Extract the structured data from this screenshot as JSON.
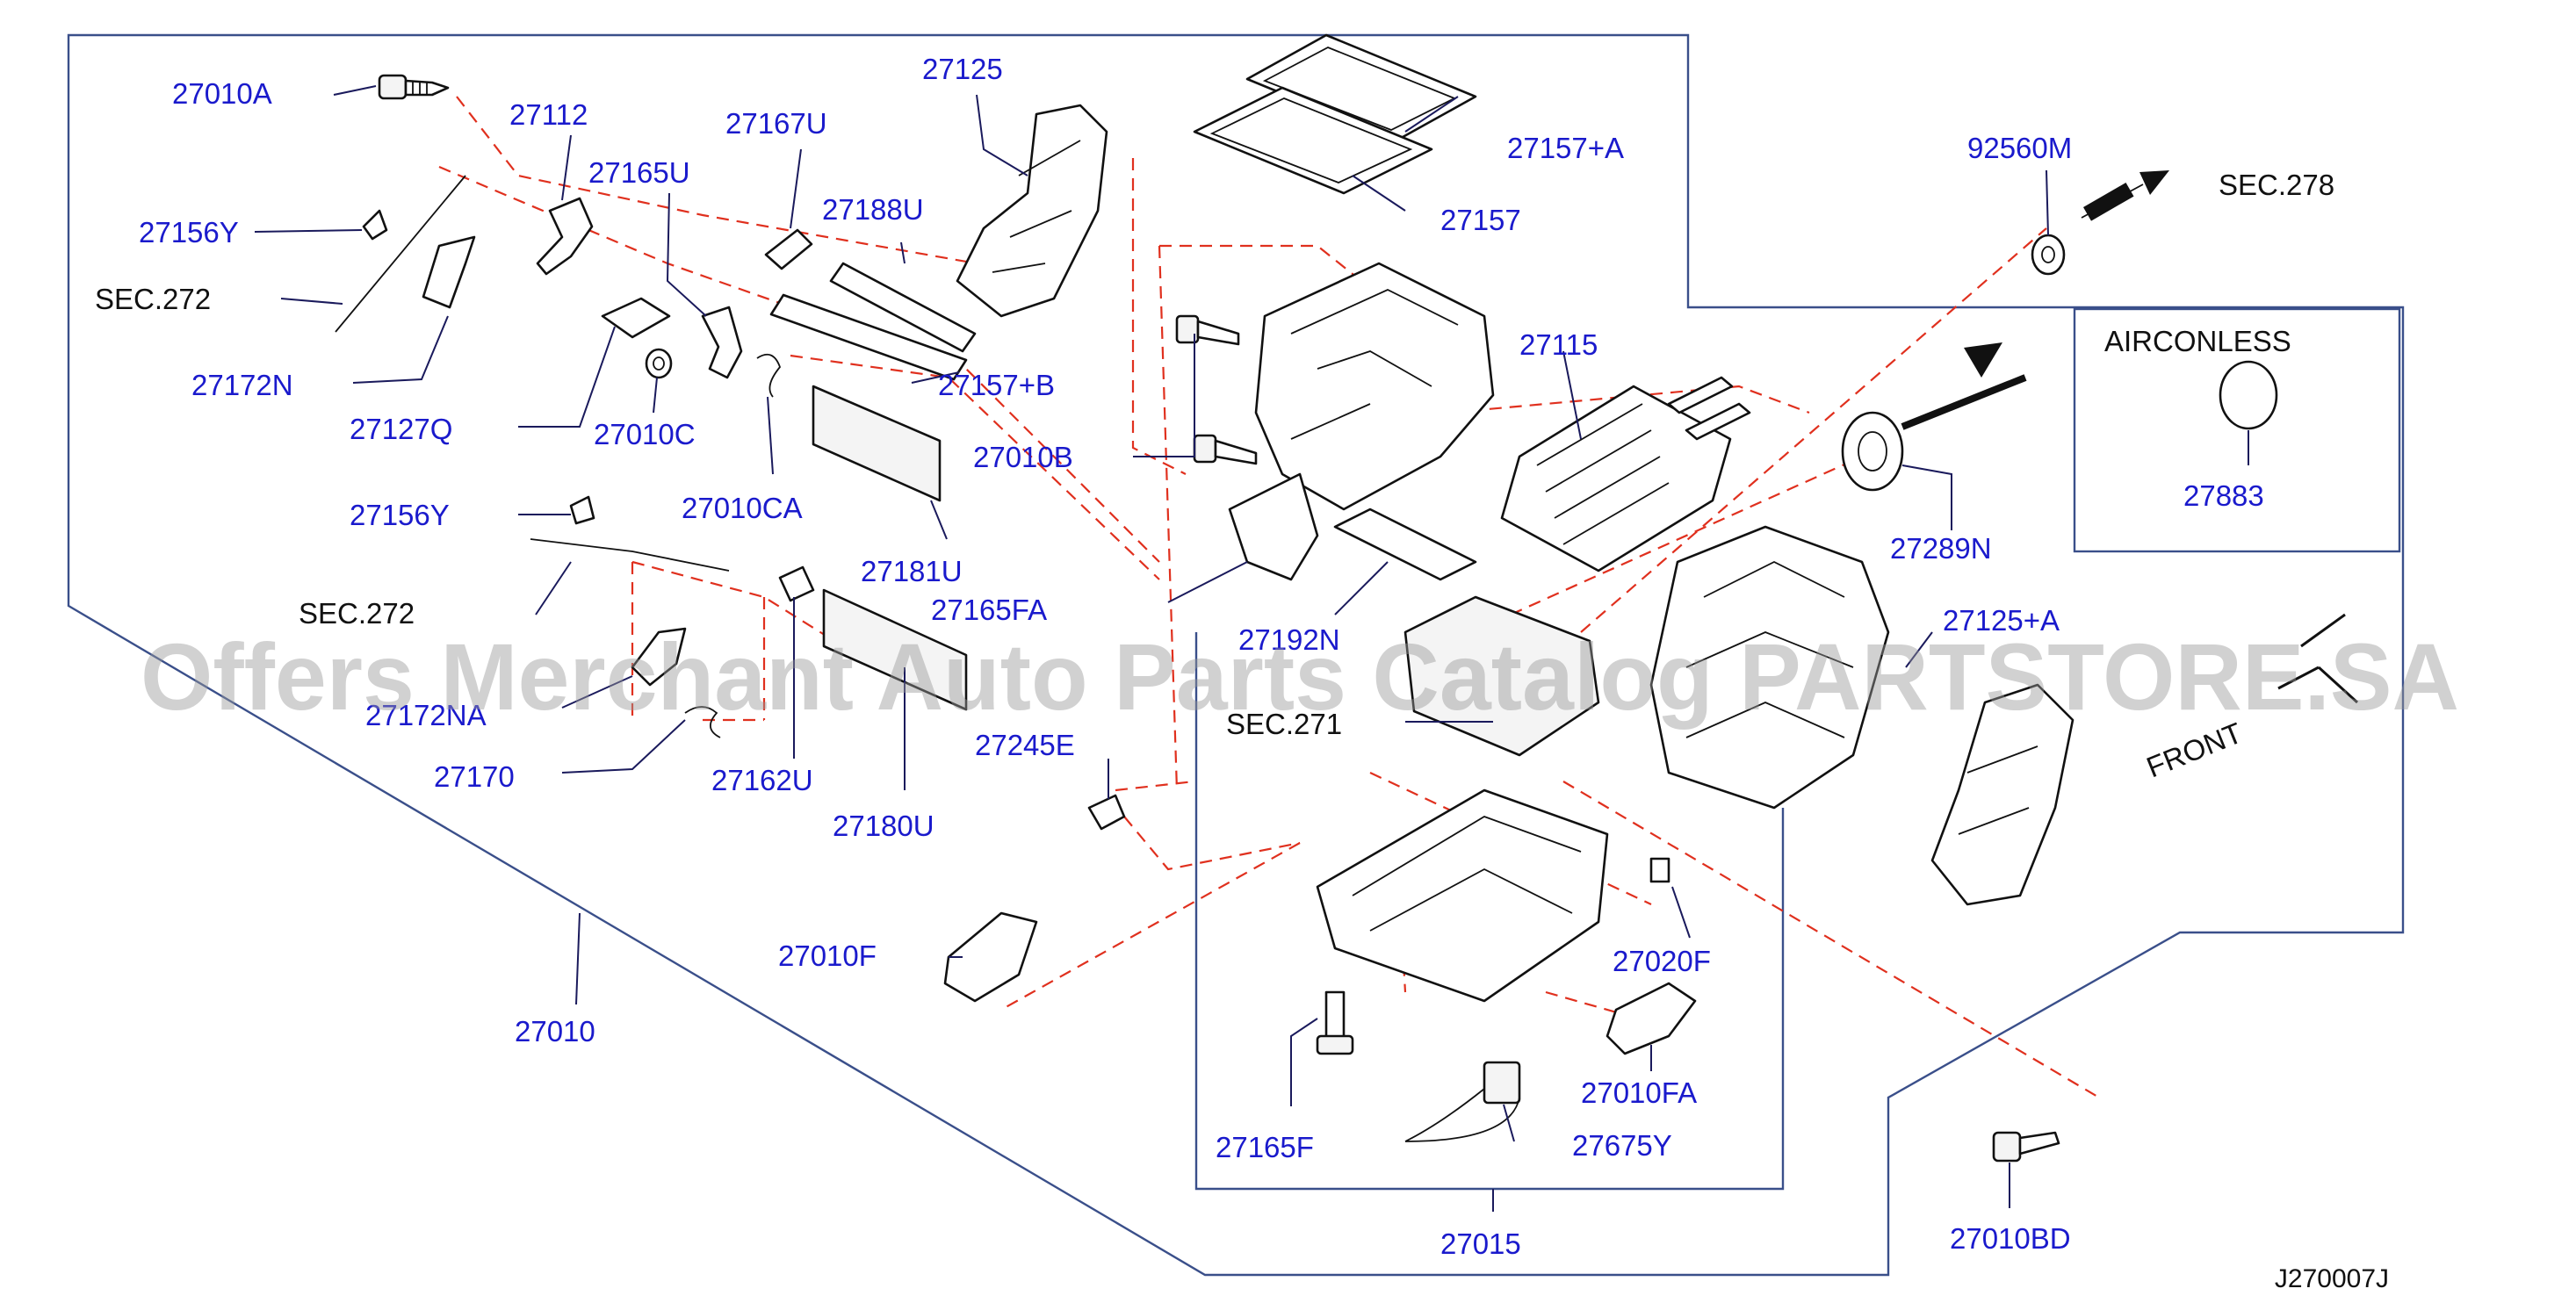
{
  "diagram_code": "J270007J",
  "watermark": "Offers Merchant Auto Parts Catalog PARTSTORE.SA",
  "inset_title": "AIRCONLESS",
  "front_label": "FRONT",
  "callouts": [
    {
      "id": "c1",
      "text": "27010A"
    },
    {
      "id": "c2",
      "text": "27112"
    },
    {
      "id": "c3",
      "text": "27167U"
    },
    {
      "id": "c4",
      "text": "27125"
    },
    {
      "id": "c5",
      "text": "27165U"
    },
    {
      "id": "c6",
      "text": "27188U"
    },
    {
      "id": "c7",
      "text": "27156Y"
    },
    {
      "id": "c8",
      "text": "27172N"
    },
    {
      "id": "c9",
      "text": "27127Q"
    },
    {
      "id": "c10",
      "text": "27010C"
    },
    {
      "id": "c11",
      "text": "27010CA"
    },
    {
      "id": "c12",
      "text": "27157+B"
    },
    {
      "id": "c13",
      "text": "27010B"
    },
    {
      "id": "c14",
      "text": "27181U"
    },
    {
      "id": "c15",
      "text": "27156Y"
    },
    {
      "id": "c16",
      "text": "27165FA"
    },
    {
      "id": "c17",
      "text": "27172NA"
    },
    {
      "id": "c18",
      "text": "27170"
    },
    {
      "id": "c19",
      "text": "27162U"
    },
    {
      "id": "c20",
      "text": "27180U"
    },
    {
      "id": "c21",
      "text": "27245E"
    },
    {
      "id": "c22",
      "text": "27010F"
    },
    {
      "id": "c23",
      "text": "27010"
    },
    {
      "id": "c24",
      "text": "27157+A"
    },
    {
      "id": "c25",
      "text": "27157"
    },
    {
      "id": "c26",
      "text": "27115"
    },
    {
      "id": "c27",
      "text": "27192N"
    },
    {
      "id": "c28",
      "text": "27289N"
    },
    {
      "id": "c29",
      "text": "27125+A"
    },
    {
      "id": "c30",
      "text": "27020F"
    },
    {
      "id": "c31",
      "text": "27165F"
    },
    {
      "id": "c32",
      "text": "27010FA"
    },
    {
      "id": "c33",
      "text": "27675Y"
    },
    {
      "id": "c34",
      "text": "27015"
    },
    {
      "id": "c35",
      "text": "27010BD"
    },
    {
      "id": "c36",
      "text": "92560M"
    },
    {
      "id": "c37",
      "text": "27883"
    }
  ],
  "section_refs": [
    {
      "id": "s1",
      "text": "SEC.272"
    },
    {
      "id": "s2",
      "text": "SEC.272"
    },
    {
      "id": "s3",
      "text": "SEC.271"
    },
    {
      "id": "s4",
      "text": "SEC.278"
    }
  ]
}
